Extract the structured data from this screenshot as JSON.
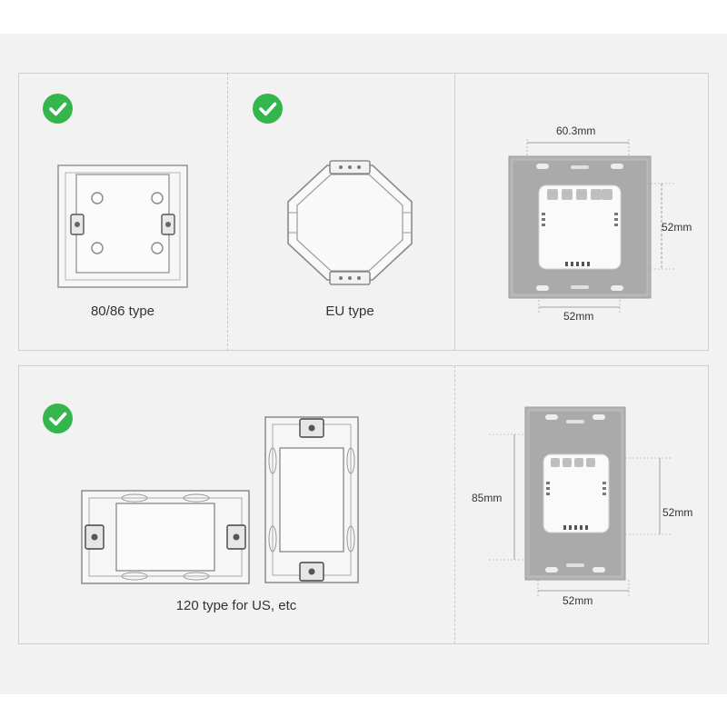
{
  "captions": {
    "box_80_86": "80/86 type",
    "eu": "EU type",
    "us_120": "120 type for US, etc"
  },
  "dimensions": {
    "top_panel_width": "60.3mm",
    "top_module_height": "52mm",
    "top_module_width": "52mm",
    "bottom_panel_height": "85mm",
    "bottom_module_height": "52mm",
    "bottom_module_width": "52mm"
  },
  "colors": {
    "check_green": "#34b64c",
    "background_band": "#f2f2f2",
    "plate_grey": "#a8a8a8",
    "module_white": "#fafafa"
  },
  "icons": [
    "check-icon",
    "check-icon",
    "check-icon"
  ]
}
